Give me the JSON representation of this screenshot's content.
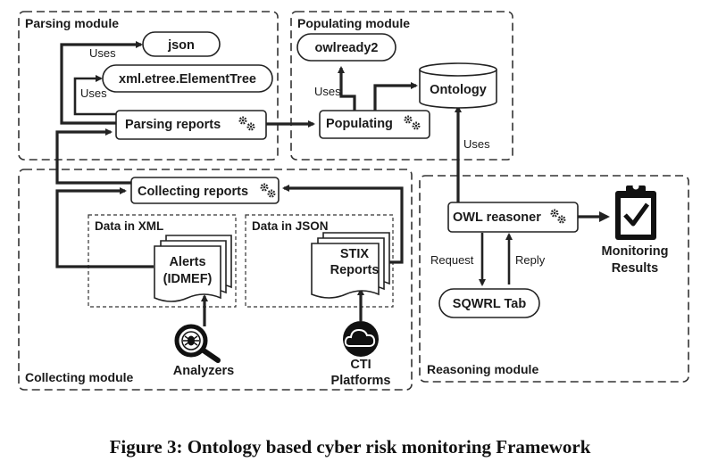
{
  "modules": {
    "parsing": "Parsing module",
    "populating": "Populating module",
    "collecting": "Collecting module",
    "reasoning": "Reasoning module"
  },
  "nodes": {
    "json": "json",
    "xml_lib": "xml.etree.ElementTree",
    "parsing_reports": "Parsing reports",
    "owlready": "owlready2",
    "ontology": "Ontology",
    "populating": "Populating",
    "collecting_reports": "Collecting reports",
    "data_xml": "Data in XML",
    "data_json": "Data in JSON",
    "alerts_line1": "Alerts",
    "alerts_line2": "(IDMEF)",
    "stix_line1": "STIX",
    "stix_line2": "Reports",
    "analyzers": "Analyzers",
    "cti_line1": "CTI",
    "cti_line2": "Platforms",
    "owl_reasoner": "OWL reasoner",
    "monitoring_line1": "Monitoring",
    "monitoring_line2": "Results",
    "sqwrl_tab": "SQWRL Tab"
  },
  "edges": {
    "uses_json": "Uses",
    "uses_xml": "Uses",
    "uses_owlready": "Uses",
    "uses_ontology": "Uses",
    "request": "Request",
    "reply": "Reply"
  },
  "icons": {
    "gear": "gears-icon",
    "analyzers": "magnifier-bug-icon",
    "cti": "cloud-icon",
    "monitoring": "clipboard-check-icon",
    "ontology": "database-icon"
  },
  "caption": "Figure 3: Ontology based cyber risk monitoring Framework"
}
